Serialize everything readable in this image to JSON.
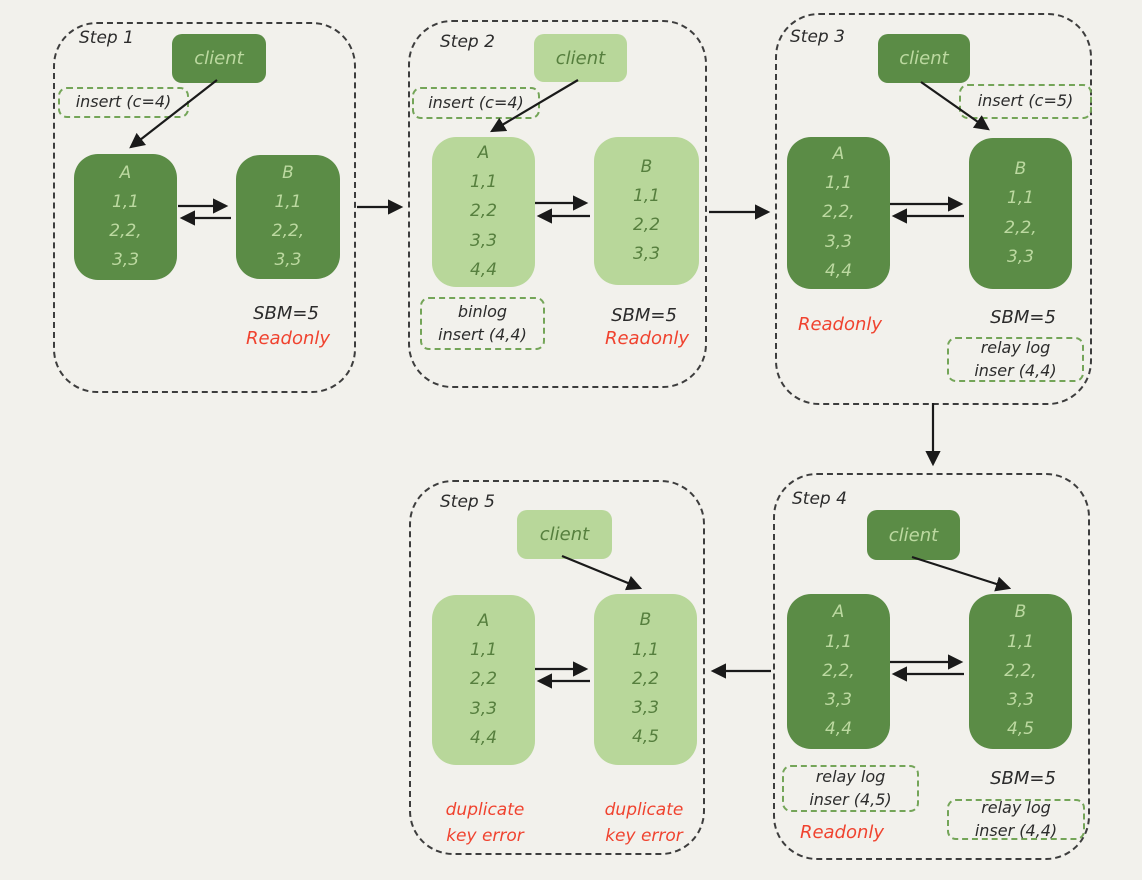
{
  "colors": {
    "background": "#f2f1ec",
    "node_dark_green": "#5b8c46",
    "node_light_green": "#b8d79a",
    "text_on_dark": "#bcd9a0",
    "text_on_light": "#567f3e",
    "container_dash": "#3d3d3d",
    "tag_dash_green": "#74a558",
    "plain_text": "#2c2c2c",
    "alert_red": "#f0432f",
    "arrow_black": "#1a1a1a"
  },
  "steps": [
    {
      "label": "Step 1",
      "client_label": "client",
      "insert_tag": "insert (c=4)",
      "node_a": {
        "title": "A",
        "rows": [
          "1,1",
          "2,2,",
          "3,3"
        ]
      },
      "node_b": {
        "title": "B",
        "rows": [
          "1,1",
          "2,2,",
          "3,3"
        ]
      },
      "sbm_label": "SBM=5",
      "readonly_label": "Readonly"
    },
    {
      "label": "Step 2",
      "client_label": "client",
      "insert_tag": "insert (c=4)",
      "node_a": {
        "title": "A",
        "rows": [
          "1,1",
          "2,2",
          "3,3",
          "4,4"
        ]
      },
      "node_b": {
        "title": "B",
        "rows": [
          "1,1",
          "2,2",
          "3,3"
        ]
      },
      "binlog_tag": [
        "binlog",
        "insert (4,4)"
      ],
      "sbm_label": "SBM=5",
      "readonly_label": "Readonly"
    },
    {
      "label": "Step 3",
      "client_label": "client",
      "insert_tag": "insert (c=5)",
      "node_a": {
        "title": "A",
        "rows": [
          "1,1",
          "2,2,",
          "3,3",
          "4,4"
        ]
      },
      "node_b": {
        "title": "B",
        "rows": [
          "1,1",
          "2,2,",
          "3,3"
        ]
      },
      "readonly_label": "Readonly",
      "sbm_label": "SBM=5",
      "relay_tag": [
        "relay log",
        "inser (4,4)"
      ]
    },
    {
      "label": "Step 4",
      "client_label": "client",
      "node_a": {
        "title": "A",
        "rows": [
          "1,1",
          "2,2,",
          "3,3",
          "4,4"
        ]
      },
      "node_b": {
        "title": "B",
        "rows": [
          "1,1",
          "2,2,",
          "3,3",
          "4,5"
        ]
      },
      "relay_tag_a": [
        "relay log",
        "inser (4,5)"
      ],
      "sbm_label": "SBM=5",
      "relay_tag_b": [
        "relay log",
        "inser (4,4)"
      ],
      "readonly_label": "Readonly"
    },
    {
      "label": "Step 5",
      "client_label": "client",
      "node_a": {
        "title": "A",
        "rows": [
          "1,1",
          "2,2",
          "3,3",
          "4,4"
        ]
      },
      "node_b": {
        "title": "B",
        "rows": [
          "1,1",
          "2,2",
          "3,3",
          "4,5"
        ]
      },
      "error_a": [
        "duplicate",
        "key error"
      ],
      "error_b": [
        "duplicate",
        "key error"
      ]
    }
  ]
}
